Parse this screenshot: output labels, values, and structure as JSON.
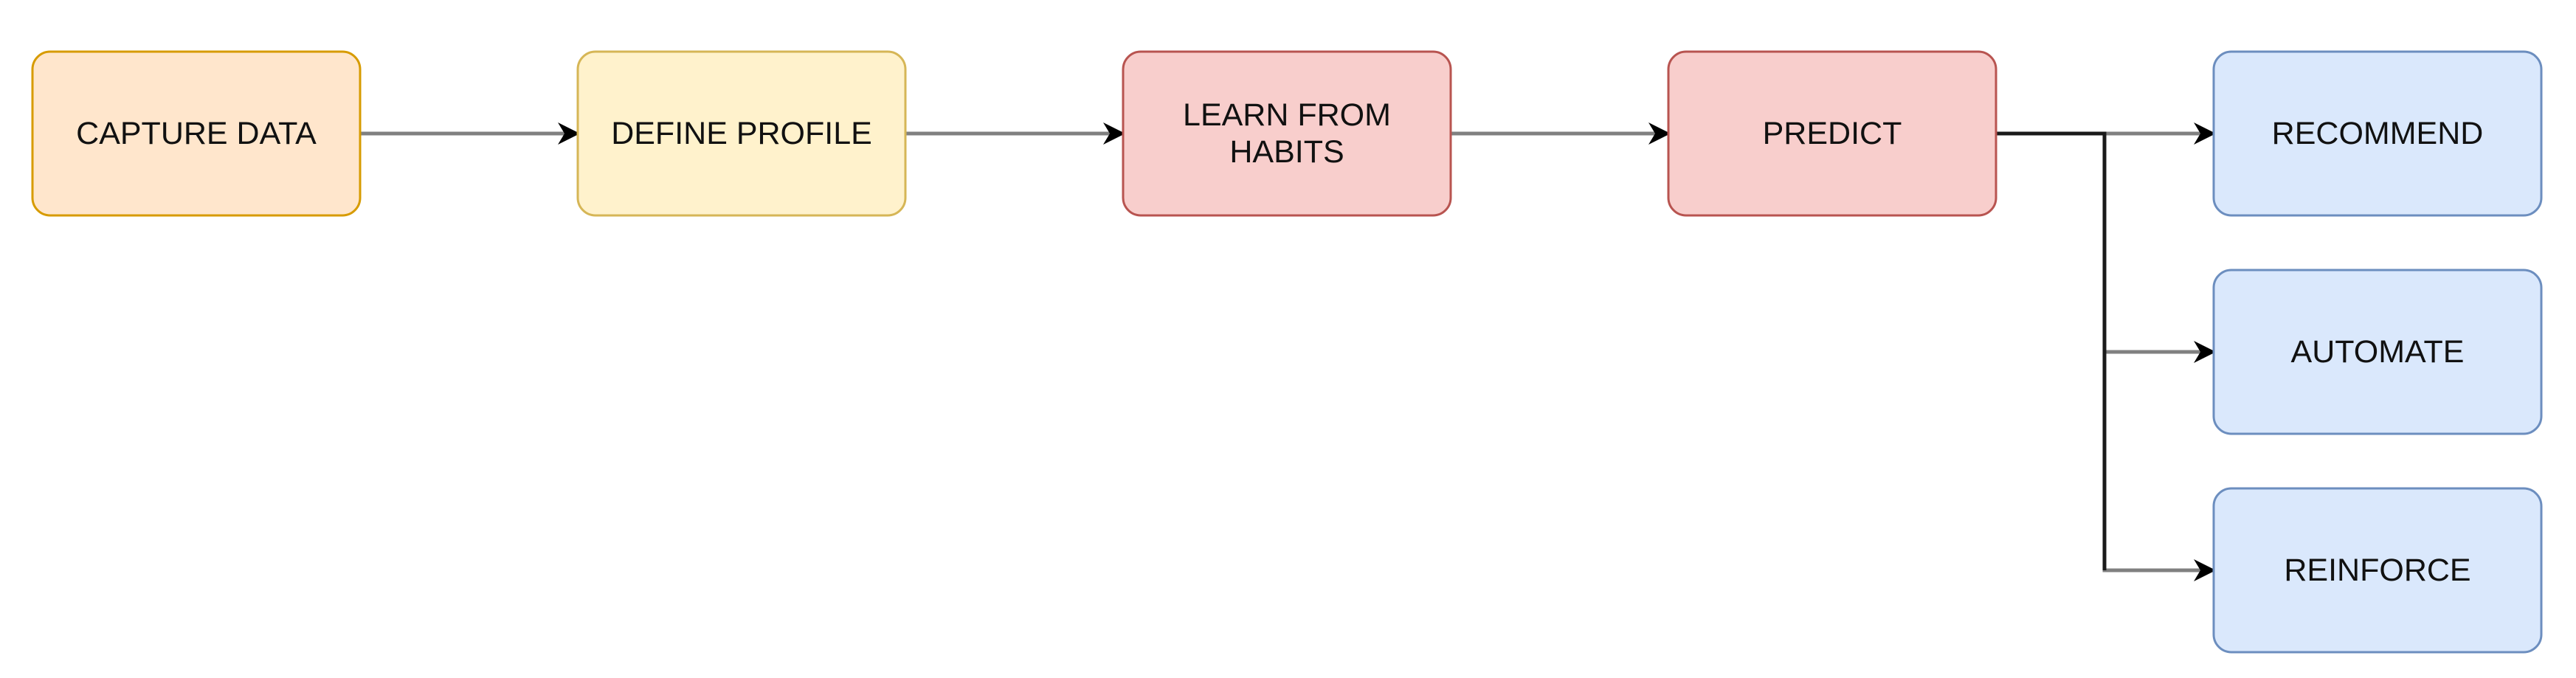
{
  "diagram": {
    "nodes": [
      {
        "id": "capture",
        "lines": [
          "CAPTURE DATA"
        ],
        "fill": "#FFE6CC",
        "stroke": "#D79B00"
      },
      {
        "id": "define",
        "lines": [
          "DEFINE PROFILE"
        ],
        "fill": "#FFF2CC",
        "stroke": "#D6B656"
      },
      {
        "id": "learn",
        "lines": [
          "LEARN FROM",
          "HABITS"
        ],
        "fill": "#F8CECC",
        "stroke": "#B85450"
      },
      {
        "id": "predict",
        "lines": [
          "PREDICT"
        ],
        "fill": "#F8CECC",
        "stroke": "#B85450"
      },
      {
        "id": "recommend",
        "lines": [
          "RECOMMEND"
        ],
        "fill": "#DAE8FC",
        "stroke": "#6C8EBF"
      },
      {
        "id": "automate",
        "lines": [
          "AUTOMATE"
        ],
        "fill": "#DAE8FC",
        "stroke": "#6C8EBF"
      },
      {
        "id": "reinforce",
        "lines": [
          "REINFORCE"
        ],
        "fill": "#DAE8FC",
        "stroke": "#6C8EBF"
      }
    ],
    "edges": [
      {
        "from": "capture",
        "to": "define"
      },
      {
        "from": "define",
        "to": "learn"
      },
      {
        "from": "learn",
        "to": "predict"
      },
      {
        "from": "predict",
        "to": "recommend"
      },
      {
        "from": "predict",
        "to": "automate"
      },
      {
        "from": "predict",
        "to": "reinforce"
      }
    ],
    "colors": {
      "edge": "#808080",
      "edge_branch": "#1A1A1A",
      "arrowhead": "#000000",
      "text": "#111111"
    }
  }
}
